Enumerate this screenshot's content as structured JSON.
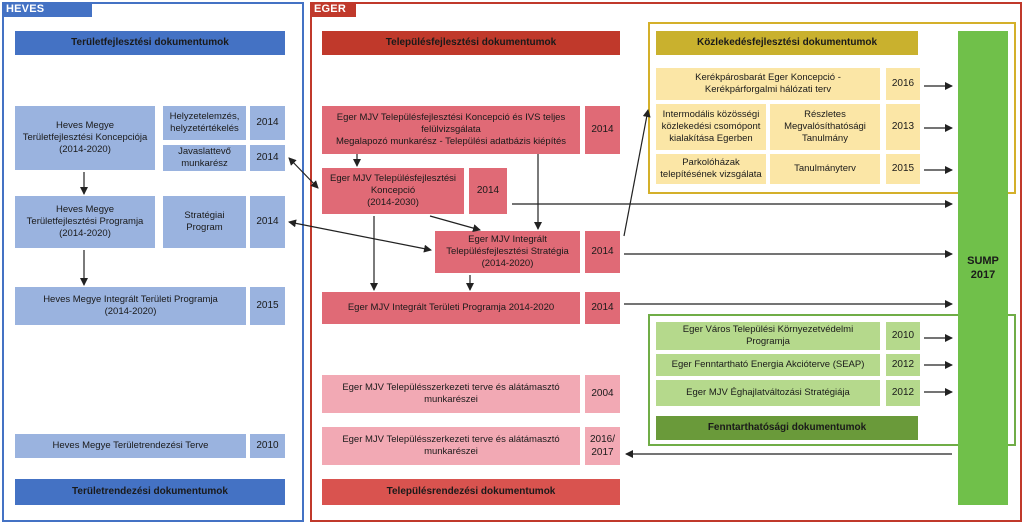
{
  "frames": {
    "heves_label": "HEVES MEGYE",
    "eger_label": "EGER"
  },
  "colors": {
    "heves_frame": "#4472c4",
    "eger_frame": "#c0392b",
    "transport_frame": "#c9a227",
    "sustain_frame": "#70ad47",
    "sump": "#70c04a"
  },
  "headers": {
    "teruletfejlesztesi": "Területfejlesztési dokumentumok",
    "telepulesfejlesztesi": "Településfejlesztési dokumentumok",
    "kozlekedesfejlesztesi": "Közlekedésfejlesztési dokumentumok",
    "fenntarthatosagi": "Fenntarthatósági dokumentumok",
    "teruletrendezesi": "Területrendezési dokumentumok",
    "telepulesrendezesi": "Településrendezési dokumentumok"
  },
  "heves": {
    "koncepcio": "Heves Megye\nTerületfejlesztési Koncepciója\n(2014-2020)",
    "helyzetelemzes": "Helyzetelemzés,\nhelyzetértékelés",
    "helyzetelemzes_year": "2014",
    "javaslattevo": "Javaslattevő\nmunkarész",
    "javaslattevo_year": "2014",
    "program": "Heves Megye\nTerületfejlesztési Programja\n(2014-2020)",
    "strategiai": "Stratégiai\nProgram",
    "strategiai_year": "2014",
    "integralt": "Heves Megye Integrált Területi Programja\n(2014-2020)",
    "integralt_year": "2015",
    "rendezesi": "Heves Megye Területrendezési Terve",
    "rendezesi_year": "2010"
  },
  "eger": {
    "ivs": "Eger MJV Településfejlesztési Koncepció  és IVS teljes\nfelülvizsgálata\nMegalapozó munkarész - Települési adatbázis kiépítés",
    "ivs_year": "2014",
    "koncepcio": "Eger MJV Településfejlesztési\nKoncepció\n(2014-2030)",
    "koncepcio_year": "2014",
    "strategia": "Eger MJV Integrált\nTelepülésfejlesztési Stratégia\n(2014-2020)",
    "strategia_year": "2014",
    "itp": "Eger MJV Integrált Területi Programja 2014-2020",
    "itp_year": "2014",
    "szerkezeti1": "Eger MJV Településszerkezeti terve és alátámasztó\nmunkarészei",
    "szerkezeti1_year": "2004",
    "szerkezeti2": "Eger MJV Településszerkezeti terve és alátámasztó\nmunkarészei",
    "szerkezeti2_year": "2016/\n2017"
  },
  "transport": {
    "kerekpar": "Kerékpárosbarát Eger Koncepció -\nKerékpárforgalmi hálózati terv",
    "kerekpar_year": "2016",
    "intermodalis": "Intermodális közösségi\nközlekedési csomópont\nkialakítása Egerben",
    "reszletes": "Részletes\nMegvalósíthatósági\nTanulmány",
    "reszletes_year": "2013",
    "parkolo": "Parkolóházak\ntelepítésének vizsgálata",
    "tanulmanyterv": "Tanulmányterv",
    "tanulmanyterv_year": "2015"
  },
  "sustain": {
    "kornyezet": "Eger Város Települési Környezetvédelmi\nProgramja",
    "kornyezet_year": "2010",
    "seap": "Eger Fenntartható Energia Akcióterve (SEAP)",
    "seap_year": "2012",
    "eghajlat": "Eger MJV Éghajlatváltozási Stratégiája",
    "eghajlat_year": "2012"
  },
  "sump": {
    "label": "SUMP\n2017"
  }
}
